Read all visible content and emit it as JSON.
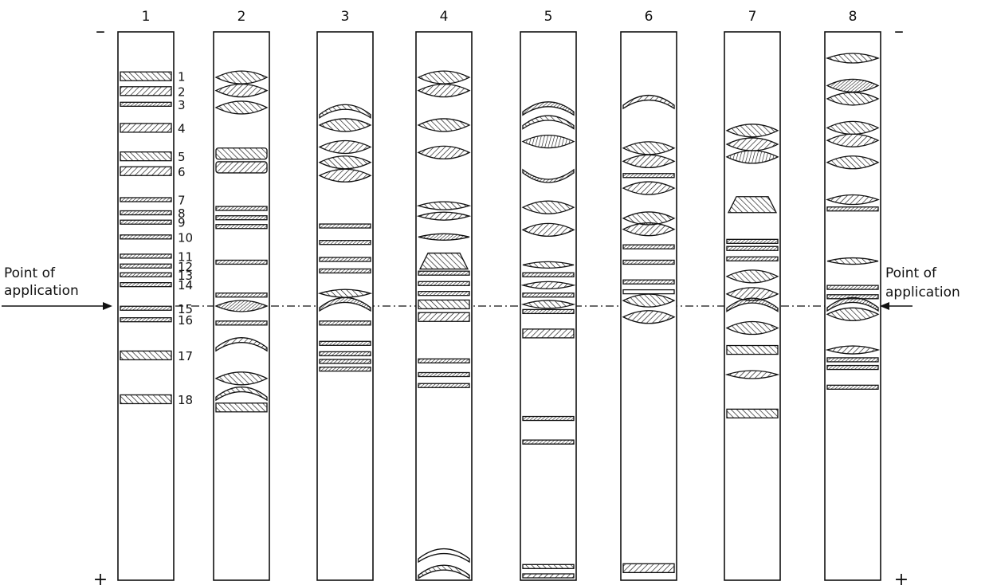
{
  "polarity": {
    "cathode": "–",
    "anode": "+"
  },
  "application": {
    "left_label_line1": "Point of",
    "left_label_line2": "application",
    "right_label_line1": "Point of",
    "right_label_line2": "application"
  },
  "colors": {
    "ink": "#111111",
    "paper": "#ffffff"
  },
  "lanes": [
    {
      "label": "1",
      "bands": [
        {
          "p": 0.081,
          "type": "rect",
          "hatch": "ddown",
          "n": "1"
        },
        {
          "p": 0.108,
          "type": "rect",
          "hatch": "dup",
          "n": "2"
        },
        {
          "p": 0.132,
          "type": "thin",
          "hatch": "dense",
          "n": "3"
        },
        {
          "p": 0.175,
          "type": "rect",
          "hatch": "dup",
          "n": "4"
        },
        {
          "p": 0.227,
          "type": "rect",
          "hatch": "ddown",
          "n": "5"
        },
        {
          "p": 0.254,
          "type": "rect",
          "hatch": "dup",
          "n": "6"
        },
        {
          "p": 0.306,
          "type": "thin",
          "hatch": "dense",
          "n": "7"
        },
        {
          "p": 0.33,
          "type": "thin",
          "hatch": "dense",
          "n": "8"
        },
        {
          "p": 0.347,
          "type": "thin",
          "hatch": "dense",
          "n": "9"
        },
        {
          "p": 0.374,
          "type": "thin",
          "hatch": "dense",
          "n": "10"
        },
        {
          "p": 0.409,
          "type": "thin",
          "hatch": "dense",
          "n": "11"
        },
        {
          "p": 0.427,
          "type": "thin",
          "hatch": "dense",
          "n": "12"
        },
        {
          "p": 0.443,
          "type": "thin",
          "hatch": "dense",
          "n": "13"
        },
        {
          "p": 0.461,
          "type": "thin",
          "hatch": "dense",
          "n": "14"
        },
        {
          "p": 0.504,
          "type": "thin",
          "hatch": "dense",
          "n": "15"
        },
        {
          "p": 0.525,
          "type": "thin",
          "hatch": "dense",
          "n": "16"
        },
        {
          "p": 0.59,
          "type": "rect",
          "hatch": "ddown",
          "n": "17"
        },
        {
          "p": 0.67,
          "type": "rect",
          "hatch": "ddown",
          "n": "18"
        }
      ]
    },
    {
      "label": "2",
      "bands": [
        {
          "p": 0.083,
          "type": "lens",
          "hatch": "ddown"
        },
        {
          "p": 0.107,
          "type": "lens",
          "hatch": "dup"
        },
        {
          "p": 0.138,
          "type": "lens",
          "hatch": "ddown"
        },
        {
          "p": 0.222,
          "type": "bar",
          "hatch": "ddown"
        },
        {
          "p": 0.247,
          "type": "bar",
          "hatch": "dup"
        },
        {
          "p": 0.322,
          "type": "thin",
          "hatch": "dense"
        },
        {
          "p": 0.339,
          "type": "thin",
          "hatch": "dense"
        },
        {
          "p": 0.355,
          "type": "thin",
          "hatch": "dense"
        },
        {
          "p": 0.42,
          "type": "thin",
          "hatch": "dense"
        },
        {
          "p": 0.48,
          "type": "thin",
          "hatch": "dense"
        },
        {
          "p": 0.5,
          "type": "lens",
          "hatch": "dense",
          "h": 14
        },
        {
          "p": 0.531,
          "type": "thin",
          "hatch": "dense"
        },
        {
          "p": 0.57,
          "type": "arc",
          "hatch": "dup"
        },
        {
          "p": 0.632,
          "type": "lens",
          "hatch": "ddown"
        },
        {
          "p": 0.66,
          "type": "arc",
          "hatch": "ddown"
        },
        {
          "p": 0.685,
          "type": "rect",
          "hatch": "ddown"
        }
      ]
    },
    {
      "label": "3",
      "bands": [
        {
          "p": 0.145,
          "type": "arc",
          "hatch": "ddown"
        },
        {
          "p": 0.17,
          "type": "lens",
          "hatch": "ddown"
        },
        {
          "p": 0.21,
          "type": "lens",
          "hatch": "dup"
        },
        {
          "p": 0.238,
          "type": "lens",
          "hatch": "ddown"
        },
        {
          "p": 0.262,
          "type": "lens",
          "hatch": "dup"
        },
        {
          "p": 0.354,
          "type": "thin",
          "hatch": "dense"
        },
        {
          "p": 0.384,
          "type": "thin",
          "hatch": "dense"
        },
        {
          "p": 0.415,
          "type": "thin",
          "hatch": "dense"
        },
        {
          "p": 0.436,
          "type": "thin",
          "hatch": "dense"
        },
        {
          "p": 0.477,
          "type": "lens",
          "hatch": "ddown",
          "h": 10
        },
        {
          "p": 0.497,
          "type": "arc",
          "hatch": "dense"
        },
        {
          "p": 0.531,
          "type": "thin",
          "hatch": "dense"
        },
        {
          "p": 0.568,
          "type": "thin",
          "hatch": "dense"
        },
        {
          "p": 0.587,
          "type": "thin",
          "hatch": "dense"
        },
        {
          "p": 0.601,
          "type": "thin",
          "hatch": "dense"
        },
        {
          "p": 0.615,
          "type": "thin",
          "hatch": "dense"
        }
      ]
    },
    {
      "label": "4",
      "bands": [
        {
          "p": 0.083,
          "type": "lens",
          "hatch": "ddown"
        },
        {
          "p": 0.107,
          "type": "lens",
          "hatch": "dup"
        },
        {
          "p": 0.17,
          "type": "lens",
          "hatch": "ddown"
        },
        {
          "p": 0.22,
          "type": "lens",
          "hatch": "dup"
        },
        {
          "p": 0.317,
          "type": "lens",
          "hatch": "ddown",
          "h": 10
        },
        {
          "p": 0.336,
          "type": "lens",
          "hatch": "dup",
          "h": 10
        },
        {
          "p": 0.374,
          "type": "lens",
          "hatch": "dense",
          "h": 8
        },
        {
          "p": 0.418,
          "type": "trap",
          "hatch": "ddown"
        },
        {
          "p": 0.44,
          "type": "thin",
          "hatch": "dense"
        },
        {
          "p": 0.459,
          "type": "thin",
          "hatch": "dense"
        },
        {
          "p": 0.477,
          "type": "thin",
          "hatch": "dense"
        },
        {
          "p": 0.497,
          "type": "rect",
          "hatch": "ddown"
        },
        {
          "p": 0.52,
          "type": "rect",
          "hatch": "dup"
        },
        {
          "p": 0.6,
          "type": "thin",
          "hatch": "dense"
        },
        {
          "p": 0.625,
          "type": "thin",
          "hatch": "dense"
        },
        {
          "p": 0.645,
          "type": "thin",
          "hatch": "dense"
        },
        {
          "p": 0.955,
          "type": "arc",
          "hatch": "none"
        },
        {
          "p": 0.985,
          "type": "arc",
          "hatch": "ddown"
        }
      ]
    },
    {
      "label": "5",
      "bands": [
        {
          "p": 0.14,
          "type": "arc",
          "hatch": "dense"
        },
        {
          "p": 0.165,
          "type": "arc",
          "hatch": "ddown"
        },
        {
          "p": 0.2,
          "type": "lens",
          "hatch": "vert"
        },
        {
          "p": 0.26,
          "type": "arc-down",
          "hatch": "dense"
        },
        {
          "p": 0.32,
          "type": "lens",
          "hatch": "ddown"
        },
        {
          "p": 0.361,
          "type": "lens",
          "hatch": "dup"
        },
        {
          "p": 0.425,
          "type": "lens",
          "hatch": "ddown",
          "h": 8
        },
        {
          "p": 0.443,
          "type": "thin",
          "hatch": "dense"
        },
        {
          "p": 0.462,
          "type": "lens",
          "hatch": "dup",
          "h": 9
        },
        {
          "p": 0.48,
          "type": "thin",
          "hatch": "dense"
        },
        {
          "p": 0.497,
          "type": "lens",
          "hatch": "ddown",
          "h": 10
        },
        {
          "p": 0.51,
          "type": "thin",
          "hatch": "dense"
        },
        {
          "p": 0.55,
          "type": "rect",
          "hatch": "dup"
        },
        {
          "p": 0.705,
          "type": "thin",
          "hatch": "dense"
        },
        {
          "p": 0.748,
          "type": "thin",
          "hatch": "dense"
        },
        {
          "p": 0.975,
          "type": "thin",
          "hatch": "ddown"
        },
        {
          "p": 0.992,
          "type": "thin",
          "hatch": "dup"
        }
      ]
    },
    {
      "label": "6",
      "bands": [
        {
          "p": 0.128,
          "type": "arc",
          "hatch": "dup"
        },
        {
          "p": 0.212,
          "type": "lens",
          "hatch": "ddown"
        },
        {
          "p": 0.236,
          "type": "lens",
          "hatch": "dup"
        },
        {
          "p": 0.262,
          "type": "thin",
          "hatch": "dense"
        },
        {
          "p": 0.285,
          "type": "lens",
          "hatch": "dup"
        },
        {
          "p": 0.34,
          "type": "lens",
          "hatch": "ddown"
        },
        {
          "p": 0.36,
          "type": "lens",
          "hatch": "dup"
        },
        {
          "p": 0.392,
          "type": "thin",
          "hatch": "dense"
        },
        {
          "p": 0.42,
          "type": "thin",
          "hatch": "dense"
        },
        {
          "p": 0.456,
          "type": "thin",
          "hatch": "dense"
        },
        {
          "p": 0.474,
          "type": "thin",
          "hatch": "none"
        },
        {
          "p": 0.49,
          "type": "lens",
          "hatch": "ddown"
        },
        {
          "p": 0.52,
          "type": "lens",
          "hatch": "dup"
        },
        {
          "p": 0.978,
          "type": "rect",
          "hatch": "dup"
        }
      ]
    },
    {
      "label": "7",
      "bands": [
        {
          "p": 0.18,
          "type": "lens",
          "hatch": "ddown"
        },
        {
          "p": 0.205,
          "type": "lens",
          "hatch": "dup"
        },
        {
          "p": 0.228,
          "type": "lens",
          "hatch": "vert"
        },
        {
          "p": 0.315,
          "type": "trap",
          "hatch": "ddown"
        },
        {
          "p": 0.382,
          "type": "thin",
          "hatch": "dense"
        },
        {
          "p": 0.395,
          "type": "thin",
          "hatch": "dense"
        },
        {
          "p": 0.414,
          "type": "thin",
          "hatch": "dense"
        },
        {
          "p": 0.446,
          "type": "lens",
          "hatch": "ddown"
        },
        {
          "p": 0.478,
          "type": "lens",
          "hatch": "dup"
        },
        {
          "p": 0.498,
          "type": "arc",
          "hatch": "dense"
        },
        {
          "p": 0.54,
          "type": "lens",
          "hatch": "ddown"
        },
        {
          "p": 0.58,
          "type": "rect",
          "hatch": "ddown"
        },
        {
          "p": 0.625,
          "type": "lens",
          "hatch": "dup",
          "h": 10
        },
        {
          "p": 0.696,
          "type": "rect",
          "hatch": "ddown"
        }
      ]
    },
    {
      "label": "8",
      "bands": [
        {
          "p": 0.048,
          "type": "lens",
          "hatch": "ddown",
          "h": 12
        },
        {
          "p": 0.098,
          "type": "lens",
          "hatch": "dense"
        },
        {
          "p": 0.122,
          "type": "lens",
          "hatch": "ddown"
        },
        {
          "p": 0.175,
          "type": "lens",
          "hatch": "ddown"
        },
        {
          "p": 0.198,
          "type": "lens",
          "hatch": "dup"
        },
        {
          "p": 0.238,
          "type": "lens",
          "hatch": "ddown"
        },
        {
          "p": 0.306,
          "type": "lens",
          "hatch": "dup",
          "h": 12
        },
        {
          "p": 0.323,
          "type": "thin",
          "hatch": "dense"
        },
        {
          "p": 0.418,
          "type": "lens",
          "hatch": "ddown",
          "h": 8
        },
        {
          "p": 0.466,
          "type": "thin",
          "hatch": "dense"
        },
        {
          "p": 0.483,
          "type": "thin",
          "hatch": "dense"
        },
        {
          "p": 0.497,
          "type": "arc",
          "hatch": "dense"
        },
        {
          "p": 0.515,
          "type": "lens",
          "hatch": "ddown"
        },
        {
          "p": 0.58,
          "type": "lens",
          "hatch": "dup",
          "h": 10
        },
        {
          "p": 0.598,
          "type": "thin",
          "hatch": "dense"
        },
        {
          "p": 0.612,
          "type": "thin",
          "hatch": "dense"
        },
        {
          "p": 0.648,
          "type": "thin",
          "hatch": "dense"
        }
      ]
    }
  ]
}
